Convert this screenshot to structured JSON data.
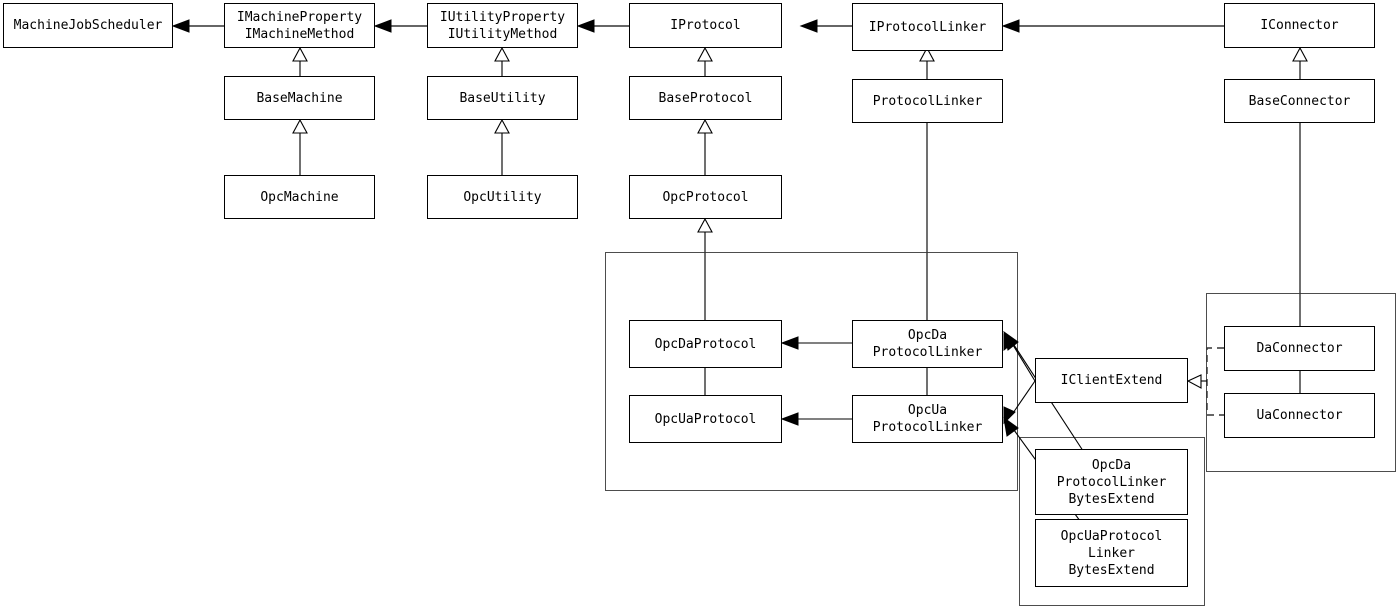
{
  "diagram": {
    "title": "OPC Machine/Protocol/Connector Class Diagram",
    "type": "uml-class-diagram",
    "background": "#ffffff",
    "line_color": "#333333",
    "box_border_color": "#000000",
    "group_border_color": "#4d4d4d"
  },
  "nodes": {
    "machine_job_scheduler": "MachineJobScheduler",
    "imachine_property": "IMachineProperty\nIMachineMethod",
    "base_machine": "BaseMachine",
    "opc_machine": "OpcMachine",
    "iutility_property": "IUtilityProperty\nIUtilityMethod",
    "base_utility": "BaseUtility",
    "opc_utility": "OpcUtility",
    "iprotocol": "IProtocol",
    "base_protocol": "BaseProtocol",
    "opc_protocol": "OpcProtocol",
    "opc_da_protocol": "OpcDaProtocol",
    "opc_ua_protocol": "OpcUaProtocol",
    "iprotocol_linker": "IProtocolLinker",
    "protocol_linker": "ProtocolLinker",
    "opc_da_protocol_linker": "OpcDa\nProtocolLinker",
    "opc_ua_protocol_linker": "OpcUa\nProtocolLinker",
    "iclient_extend": "IClientExtend",
    "opc_da_protocol_linker_bytes_extend": "OpcDa\nProtocolLinker\nBytesExtend",
    "opc_ua_protocol_linker_bytes_extend": "OpcUaProtocol\nLinker\nBytesExtend",
    "iconnector": "IConnector",
    "base_connector": "BaseConnector",
    "da_connector": "DaConnector",
    "ua_connector": "UaConnector"
  },
  "relations": [
    {
      "from": "imachine_property",
      "to": "machine_job_scheduler",
      "type": "association-arrow"
    },
    {
      "from": "iutility_property",
      "to": "imachine_property",
      "type": "association-arrow"
    },
    {
      "from": "iprotocol",
      "to": "iutility_property",
      "type": "association-arrow"
    },
    {
      "from": "iprotocol_linker",
      "to": "iprotocol",
      "type": "association-arrow"
    },
    {
      "from": "iconnector",
      "to": "iprotocol_linker",
      "type": "association-arrow"
    },
    {
      "from": "base_machine",
      "to": "imachine_property",
      "type": "generalization"
    },
    {
      "from": "opc_machine",
      "to": "base_machine",
      "type": "generalization"
    },
    {
      "from": "base_utility",
      "to": "iutility_property",
      "type": "generalization"
    },
    {
      "from": "opc_utility",
      "to": "base_utility",
      "type": "generalization"
    },
    {
      "from": "base_protocol",
      "to": "iprotocol",
      "type": "generalization"
    },
    {
      "from": "opc_protocol",
      "to": "base_protocol",
      "type": "generalization"
    },
    {
      "from": "opc_da_protocol",
      "to": "opc_protocol",
      "type": "generalization"
    },
    {
      "from": "opc_ua_protocol",
      "to": "opc_protocol",
      "type": "generalization"
    },
    {
      "from": "protocol_linker",
      "to": "iprotocol_linker",
      "type": "generalization"
    },
    {
      "from": "opc_da_protocol_linker",
      "to": "protocol_linker",
      "type": "generalization"
    },
    {
      "from": "opc_ua_protocol_linker",
      "to": "protocol_linker",
      "type": "generalization"
    },
    {
      "from": "opc_da_protocol_linker",
      "to": "opc_da_protocol",
      "type": "association-arrow"
    },
    {
      "from": "opc_ua_protocol_linker",
      "to": "opc_ua_protocol",
      "type": "association-arrow"
    },
    {
      "from": "iclient_extend",
      "to": "opc_da_protocol_linker",
      "type": "association-arrow"
    },
    {
      "from": "iclient_extend",
      "to": "opc_ua_protocol_linker",
      "type": "association-arrow"
    },
    {
      "from": "opc_da_protocol_linker_bytes_extend",
      "to": "opc_da_protocol_linker",
      "type": "association-arrow"
    },
    {
      "from": "opc_ua_protocol_linker_bytes_extend",
      "to": "opc_ua_protocol_linker",
      "type": "association-arrow"
    },
    {
      "from": "da_connector",
      "to": "iclient_extend",
      "type": "realization-dashed"
    },
    {
      "from": "ua_connector",
      "to": "iclient_extend",
      "type": "realization-dashed"
    },
    {
      "from": "base_connector",
      "to": "iconnector",
      "type": "generalization"
    },
    {
      "from": "da_connector",
      "to": "base_connector",
      "type": "generalization"
    },
    {
      "from": "ua_connector",
      "to": "base_connector",
      "type": "generalization"
    }
  ],
  "groups": [
    {
      "name": "protocol-group",
      "label": ""
    },
    {
      "name": "extend-group",
      "label": ""
    },
    {
      "name": "connector-group",
      "label": ""
    }
  ]
}
